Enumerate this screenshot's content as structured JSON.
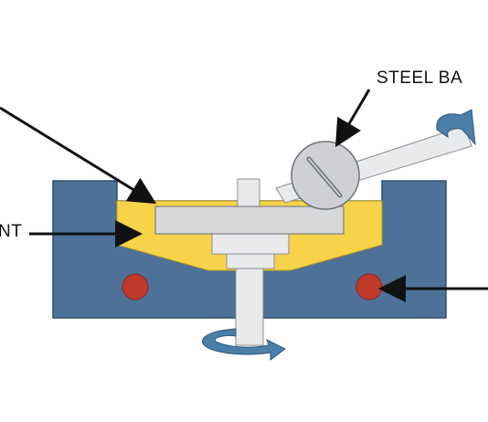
{
  "labels": {
    "steel_ball": "STEEL BA",
    "partial_left": "NT"
  },
  "colors": {
    "block": "#4d7197",
    "block_stroke": "#2e4d6e",
    "fluid": "#f7d34a",
    "plate": "#d7d8da",
    "shaft": "#e9eaec",
    "ball": "#cfd0d3",
    "pin": "#c0392b",
    "rotation_arrow": "#4b7fa8",
    "arrow": "#111111"
  },
  "icons": {
    "rotation_top": "curved-rotation-arrow",
    "rotation_bottom": "curved-rotation-arrow"
  }
}
